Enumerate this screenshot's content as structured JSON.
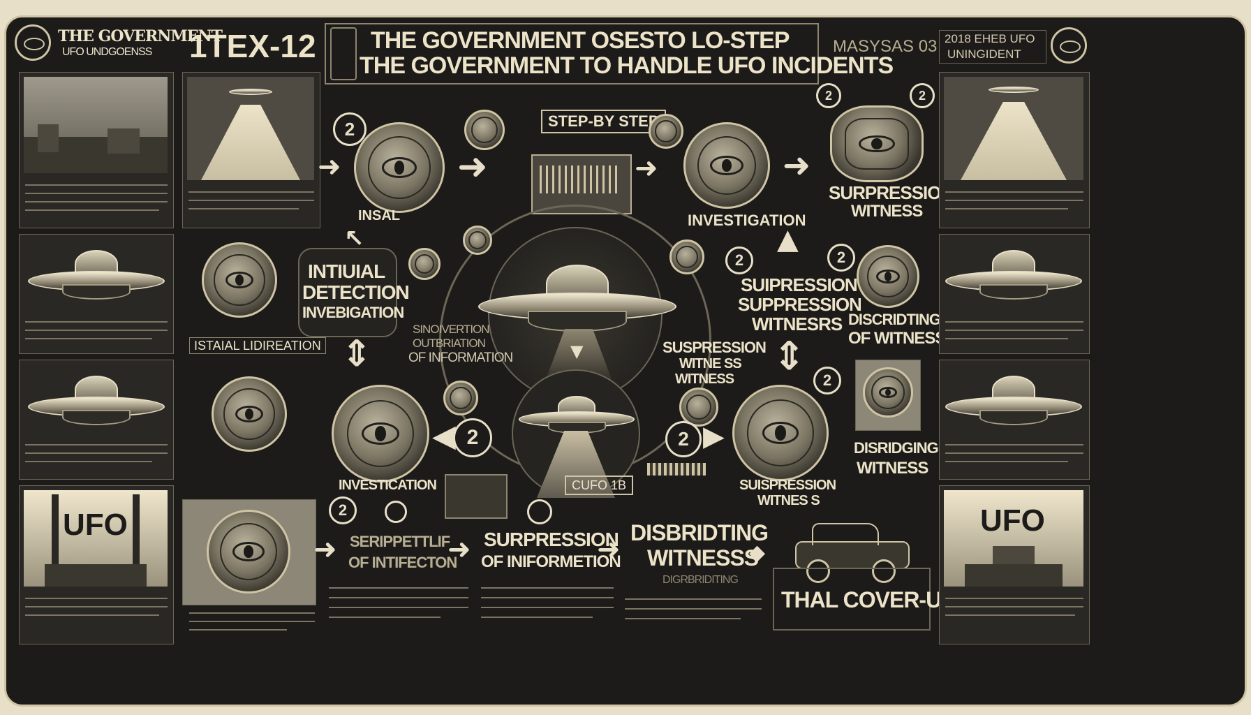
{
  "header": {
    "brand_line1": "THE GOVERNMENT",
    "brand_line2": "UFO UNDGOENSS",
    "code": "1TEx-12",
    "title_line1": "THE GOVERNMENT OSESTO  LO-STEP",
    "title_line2": "THE GOVERNMENT TO HANDLE UFO INCIDENTS",
    "right_code": "MASYSAS 03",
    "right_stamp_line1": "2018 EHEB UFO",
    "right_stamp_line2": "UNINGIDENT"
  },
  "diagram": {
    "step_by_step_label": "STEP-BY STEP",
    "insal_label": "INSAL",
    "investigation_top": "INVESTIGATION",
    "suppression_witness_top_line1": "SURPRESSION",
    "suppression_witness_top_line2": "WITNESS",
    "initial_detection_line1": "INTIUIAL",
    "initial_detection_line2": "DETECTION",
    "initial_detection_line3": "INVEBIGATION",
    "suppression_center_line1": "SUIPRESSION",
    "suppression_center_line2": "SUPPRESSION",
    "suppression_center_line3": "WITNESRS",
    "discrediting_right_line1": "DISCRIDTING",
    "discrediting_right_line2": "OF WITNESS",
    "sinoiveration_line1": "SINOIVERTION",
    "sinoiveration_line2": "OUTBRIATION",
    "sinoiveration_line3": "OF INFORMATION",
    "istaial_label": "ISTAIAL LIDIREATION",
    "suspression_mid_line1": "SUSPRESSION",
    "suspression_mid_line2": "WITNE SS",
    "suspression_mid_line3": "WITNESS",
    "disrridging_line1": "DISRIDGING",
    "disrridging_line2": "WITNESS",
    "investigation_bottom": "INVESTICATION",
    "suspression_bottom_line1": "SUISPRESSION",
    "suspression_bottom_line2": "WITNES S",
    "cufo_label": "CUFO 1B",
    "serpeetif_line1": "SERIPPETTLIF",
    "serpeetif_line2": "OF INTIFECTON",
    "suppression_info_line1": "SURPRESSION",
    "suppression_info_line2": "OF INIFORMETION",
    "discrediting_bottom_line1": "DISBRIDTING",
    "discrediting_bottom_line2": "WITNESSS",
    "discrediting_small": "DIGRBRIDITING",
    "final_label": "THAL COVER-UP",
    "ufo_sign_left": "UFO",
    "ufo_sign_right": "UFO",
    "numbers": [
      "2",
      "2",
      "2",
      "2",
      "2",
      "2",
      "2",
      "2",
      "2"
    ]
  }
}
